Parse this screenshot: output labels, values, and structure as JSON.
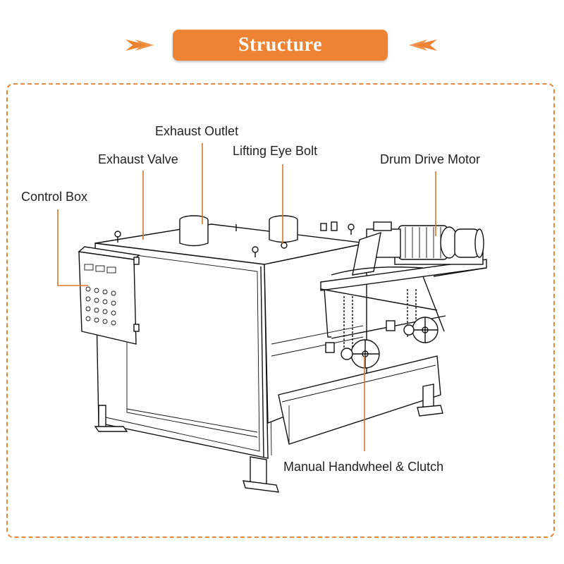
{
  "header": {
    "title": "Structure"
  },
  "labels": {
    "exhaust_outlet": "Exhaust Outlet",
    "exhaust_valve": "Exhaust Valve",
    "lifting_eye_bolt": "Lifting Eye Bolt",
    "drum_drive_motor": "Drum Drive Motor",
    "control_box": "Control Box",
    "manual_handwheel": "Manual Handwheel & Clutch"
  },
  "colors": {
    "accent": "#ee8433",
    "frame_border": "#e08a44",
    "leader": "#d9772b"
  }
}
